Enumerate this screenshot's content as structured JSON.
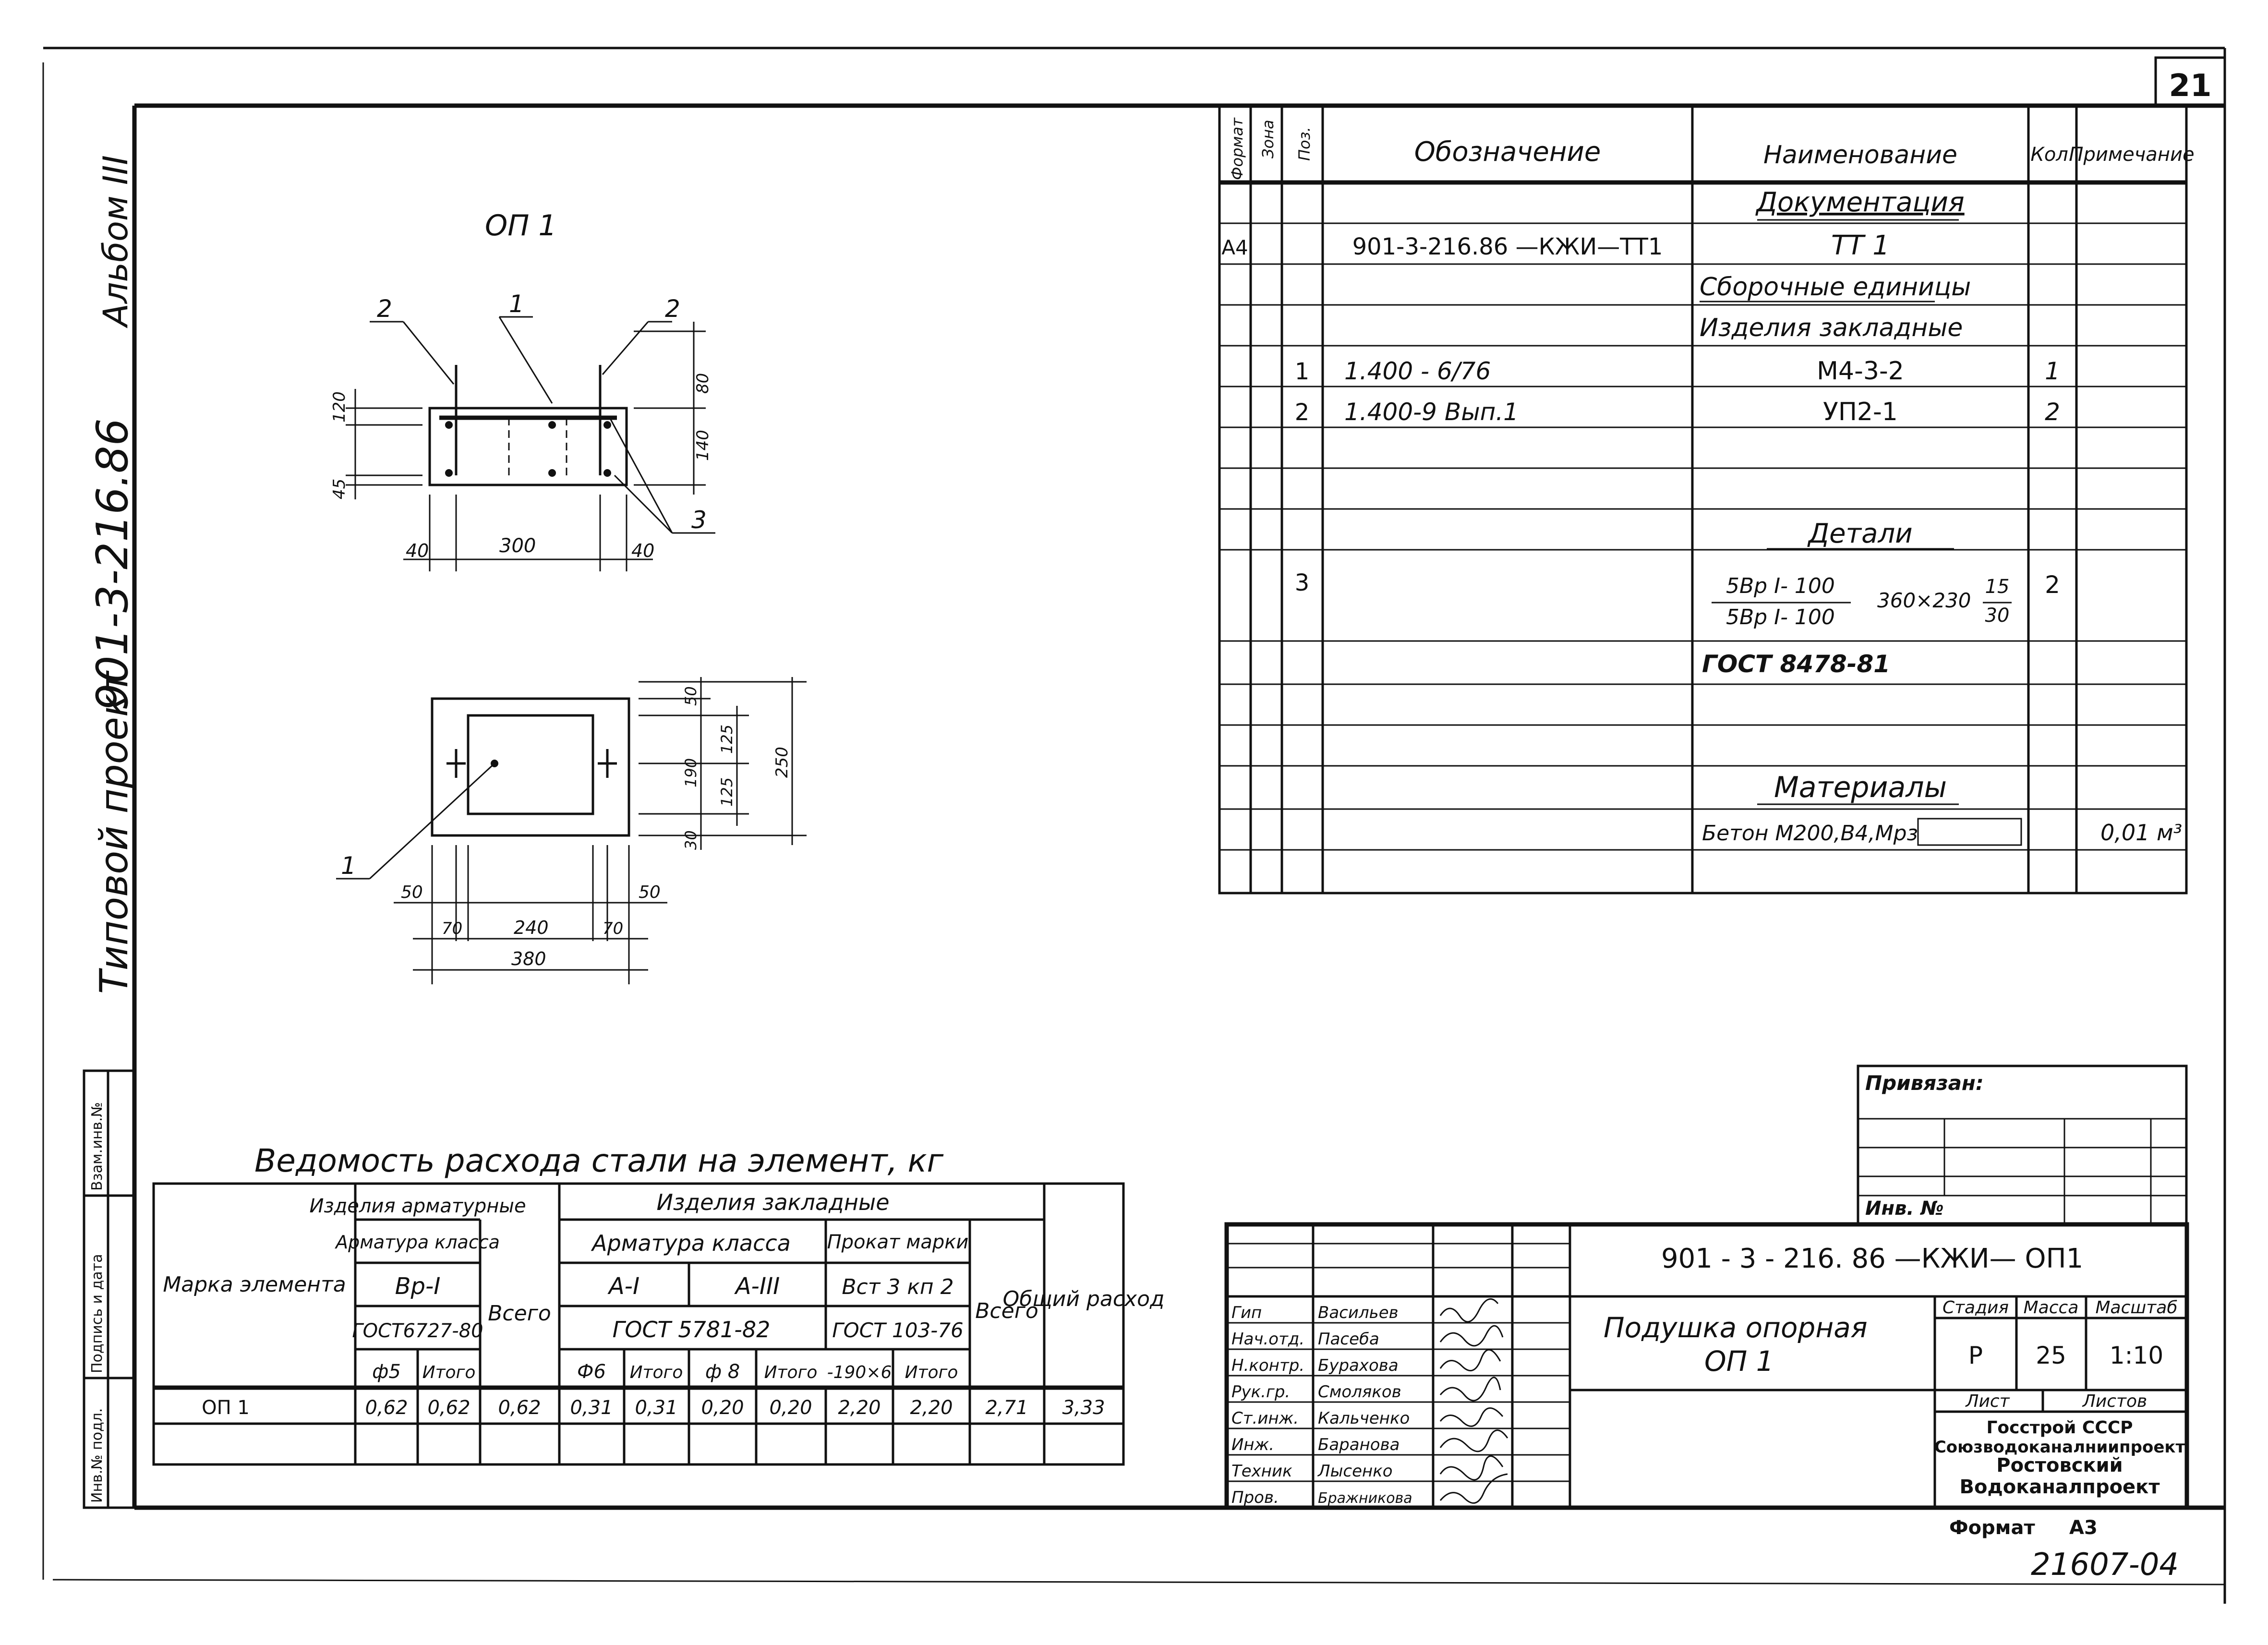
{
  "sheet": {
    "number": "21",
    "album": "Альбом III",
    "project": "Типовой проект",
    "project_code": "901-3-216.86",
    "format_label": "Формат",
    "format_value": "A3",
    "archive_no": "21607-04"
  },
  "left_strip": {
    "cells": [
      "Инв.№ подл.",
      "Подпись и дата",
      "Взам.инв.№"
    ]
  },
  "drawing": {
    "title": "ОП 1",
    "section": {
      "callouts": [
        "2",
        "1",
        "2",
        "3"
      ],
      "dims": {
        "left_top": "120",
        "left_bottom": "45",
        "right_top": "80",
        "right_bottom": "140",
        "bottom_left": "40",
        "bottom_mid": "300",
        "bottom_right": "40"
      }
    },
    "plan": {
      "callouts": [
        "1"
      ],
      "dims": {
        "r1": "50",
        "r2": "125",
        "r3": "190",
        "r4": "125",
        "r5": "30",
        "r_total": "250",
        "b1": "50",
        "b2": "70",
        "b3": "240",
        "b4": "70",
        "b5": "50",
        "b_total": "380"
      }
    }
  },
  "spec": {
    "headers": {
      "format": "Формат",
      "zone": "Зона",
      "pos": "Поз.",
      "designation": "Обозначение",
      "name": "Наименование",
      "qty": "Кол.",
      "note": "Примечание"
    },
    "rows": [
      {
        "format": "",
        "pos": "",
        "designation": "",
        "name": "Документация",
        "qty": "",
        "note": "",
        "section": true
      },
      {
        "format": "A4",
        "pos": "",
        "designation": "901-3-216.86   —КЖИ—ТТ1",
        "name": "ТТ 1",
        "qty": "",
        "note": ""
      },
      {
        "format": "",
        "pos": "",
        "designation": "",
        "name": "Сборочные единицы",
        "qty": "",
        "note": "",
        "section": true
      },
      {
        "format": "",
        "pos": "",
        "designation": "",
        "name": "Изделия закладные",
        "qty": "",
        "note": ""
      },
      {
        "format": "",
        "pos": "1",
        "designation": "1.400 - 6/76",
        "name": "М4-3-2",
        "qty": "1",
        "note": ""
      },
      {
        "format": "",
        "pos": "2",
        "designation": "1.400-9   Вып.1",
        "name": "УП2-1",
        "qty": "2",
        "note": ""
      },
      {
        "format": "",
        "pos": "",
        "designation": "",
        "name": "",
        "qty": "",
        "note": ""
      },
      {
        "format": "",
        "pos": "",
        "designation": "",
        "name": "",
        "qty": "",
        "note": ""
      },
      {
        "format": "",
        "pos": "",
        "designation": "",
        "name": "Детали",
        "qty": "",
        "note": "",
        "section": true
      },
      {
        "format": "",
        "pos": "3",
        "designation": "",
        "name": "",
        "qty": "2",
        "note": "",
        "detail": true
      },
      {
        "format": "",
        "pos": "",
        "designation": "",
        "name": "ГОСТ 8478-81",
        "qty": "",
        "note": ""
      },
      {
        "format": "",
        "pos": "",
        "designation": "",
        "name": "",
        "qty": "",
        "note": ""
      },
      {
        "format": "",
        "pos": "",
        "designation": "",
        "name": "",
        "qty": "",
        "note": ""
      },
      {
        "format": "",
        "pos": "",
        "designation": "",
        "name": "Материалы",
        "qty": "",
        "note": "",
        "section": true
      },
      {
        "format": "",
        "pos": "",
        "designation": "",
        "name": "Бетон М200,В4,Мрз",
        "qty": "",
        "note": "0,01 м³"
      },
      {
        "format": "",
        "pos": "",
        "designation": "",
        "name": "",
        "qty": "",
        "note": ""
      }
    ],
    "detail": {
      "num_top": "5Вр I- 100",
      "num_bottom": "5Вр I- 100",
      "size": "360×230",
      "frac_top": "15",
      "frac_bottom": "30"
    }
  },
  "steel": {
    "title": "Ведомость  расхода  стали  на  элемент,  кг",
    "h_group1": "Изделия арматурные",
    "h_group2": "Изделия закладные",
    "h_mark": "Марка элемента",
    "h_arm_class": "Арматура класса",
    "h_arm_class2": "Арматура класса",
    "h_rolled": "Прокат марки",
    "h_vr": "Вр-I",
    "h_a1": "А-I",
    "h_a3": "А-III",
    "h_vst": "Вст 3 кп 2",
    "h_gost1": "ГОСТ6727-80",
    "h_gost2": "ГОСТ 5781-82",
    "h_gost3": "ГОСТ 103-76",
    "h_total": "Всего",
    "h_total2": "Всего",
    "h_general": "Общий расход",
    "h_d5": "ф5",
    "h_it1": "Итого",
    "h_d6": "Ф6",
    "h_it2": "Итого",
    "h_d8": "ф 8",
    "h_it3": "Итого",
    "h_prof": "-190×6",
    "h_it4": "Итого",
    "row": [
      "ОП 1",
      "0,62",
      "0,62",
      "0,62",
      "0,31",
      "0,31",
      "0,20",
      "0,20",
      "2,20",
      "2,20",
      "2,71",
      "3,33"
    ]
  },
  "bound": {
    "label": "Привязан:",
    "inv": "Инв. №"
  },
  "titleblock": {
    "code": "901 - 3 - 216. 86      —КЖИ— ОП1",
    "name1": "Подушка    опорная",
    "name2": "ОП 1",
    "stage_h": "Стадия",
    "mass_h": "Масса",
    "scale_h": "Масштаб",
    "stage": "Р",
    "mass": "25",
    "scale": "1:10",
    "sheet_h": "Лист",
    "sheets_h": "Листов",
    "org1": "Госстрой СССР",
    "org2": "Союзводоканалниипроект",
    "org3": "Ростовский",
    "org4": "Водоканалпроект",
    "people": [
      {
        "role": "Гип",
        "name": "Васильев"
      },
      {
        "role": "Нач.отд.",
        "name": "Пасеба"
      },
      {
        "role": "Н.контр.",
        "name": "Бурахова"
      },
      {
        "role": "Рук.гр.",
        "name": "Смоляков"
      },
      {
        "role": "Ст.инж.",
        "name": "Кальченко"
      },
      {
        "role": "Инж.",
        "name": "Баранова"
      },
      {
        "role": "Техник",
        "name": "Лысенко"
      },
      {
        "role": "Пров.",
        "name": "Бражникова"
      }
    ]
  }
}
